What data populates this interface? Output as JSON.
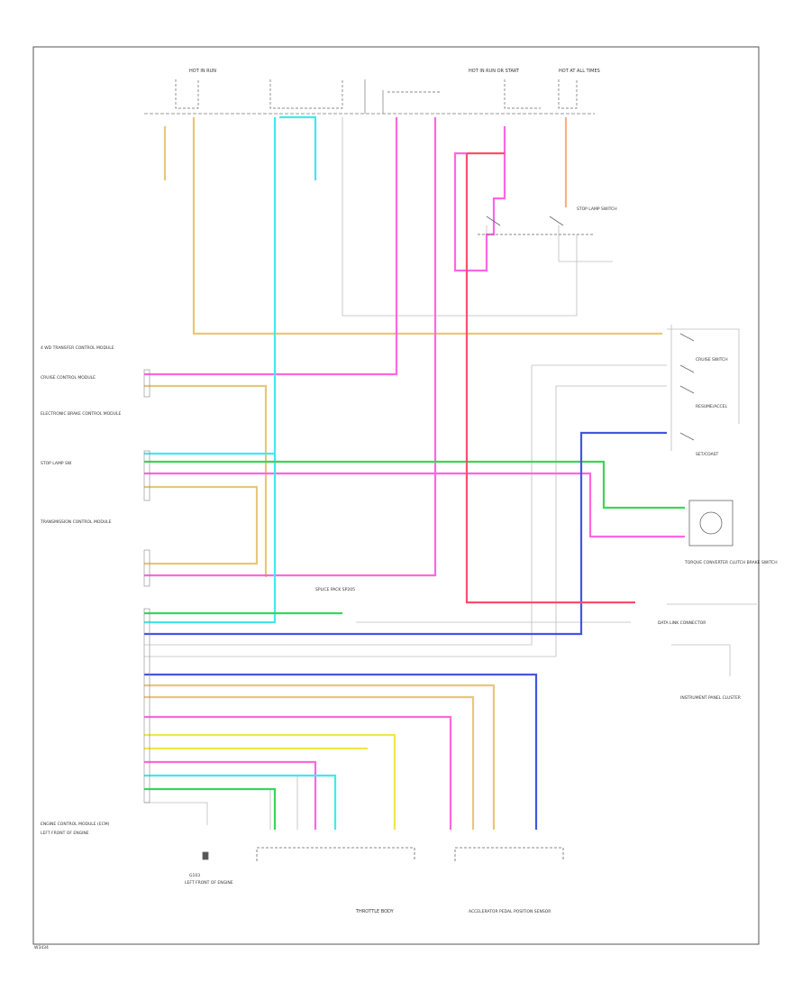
{
  "labels": {
    "top_left_fuse": [
      "HOT IN RUN"
    ],
    "top_right_fuse": [
      "HOT AT ALL TIMES"
    ],
    "top_mid_right": [
      "HOT IN RUN OR START"
    ],
    "left_sections": [
      "4 WD TRANSFER CONTROL MODULE",
      "CRUISE CONTROL MODULE",
      "ELECTRONIC BRAKE CONTROL MODULE",
      "STOP LAMP SW",
      "TRANSMISSION CONTROL MODULE"
    ],
    "pcm_block": [
      "ENGINE CONTROL MODULE (ECM)",
      "LEFT FRONT OF ENGINE"
    ],
    "ground_label": [
      "G103",
      "LEFT FRONT OF ENGINE"
    ],
    "bottom_left_component": [
      "THROTTLE BODY"
    ],
    "bottom_right_component": [
      "ACCELERATOR PEDAL POSITION SENSOR"
    ],
    "right_components": [
      "CRUISE SWITCH",
      "RESUME/ACCEL",
      "SET/COAST",
      "STOP LAMP SWITCH",
      "TORQUE CONVERTER CLUTCH BRAKE SWITCH",
      "DATA LINK CONNECTOR",
      "INSTRUMENT PANEL CLUSTER"
    ],
    "mid_splice": [
      "SPLICE PACK SP205"
    ],
    "footer_code": "W3434"
  },
  "colors": {
    "tan": "#e8c77a",
    "pink": "#ff66e0",
    "cyan": "#44e8ee",
    "green": "#39d65a",
    "blue": "#4455e0",
    "red": "#ff4d6e",
    "peach": "#f5b08a",
    "yellow": "#f2e64a",
    "gray": "#8c8c8c",
    "frame": "#555555"
  }
}
